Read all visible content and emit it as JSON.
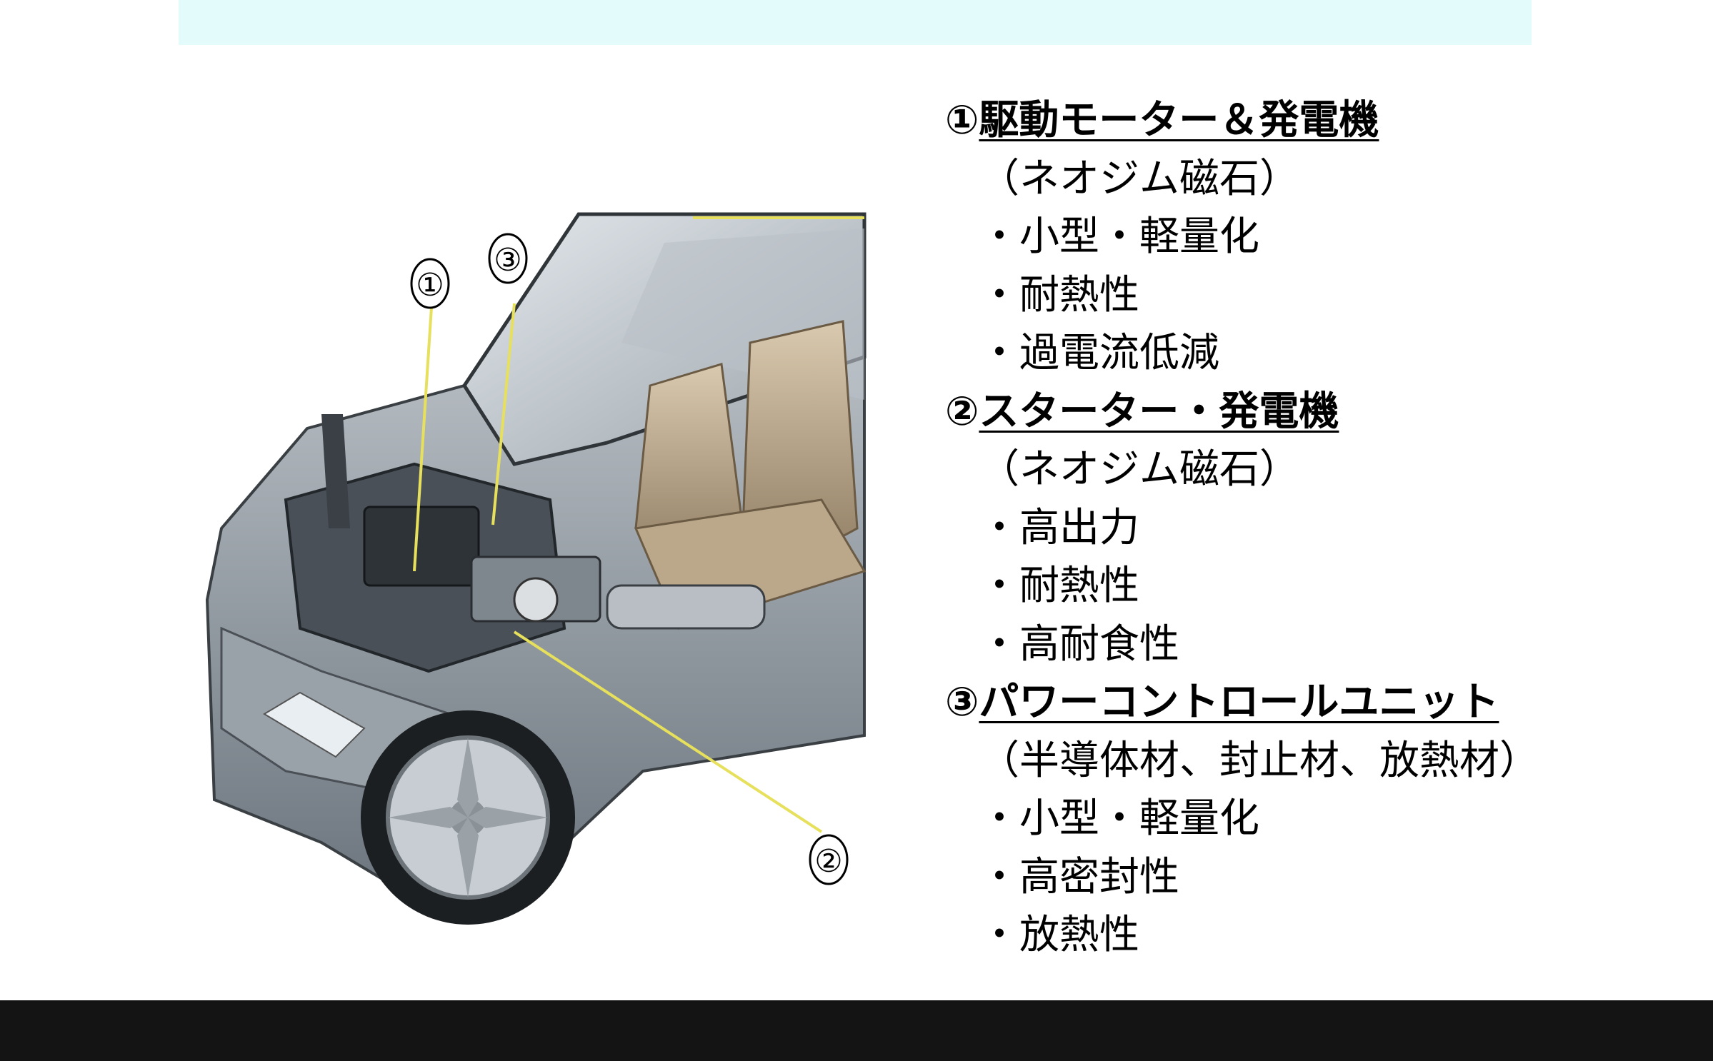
{
  "diagram": {
    "callouts": [
      "①",
      "③",
      "②"
    ]
  },
  "specs": [
    {
      "number": "①",
      "heading": "駆動モーター＆発電機",
      "material": "（ネオジム磁石）",
      "requirements": [
        "・小型・軽量化",
        "・耐熱性",
        "・過電流低減"
      ]
    },
    {
      "number": "②",
      "heading": "スターター・発電機",
      "material": "（ネオジム磁石）",
      "requirements": [
        "・高出力",
        "・耐熱性",
        "・高耐食性"
      ]
    },
    {
      "number": "③",
      "heading": "パワーコントロールユニット",
      "material": "（半導体材、封止材、放熱材）",
      "requirements": [
        "・小型・軽量化",
        "・高密封性",
        "・放熱性"
      ]
    }
  ]
}
